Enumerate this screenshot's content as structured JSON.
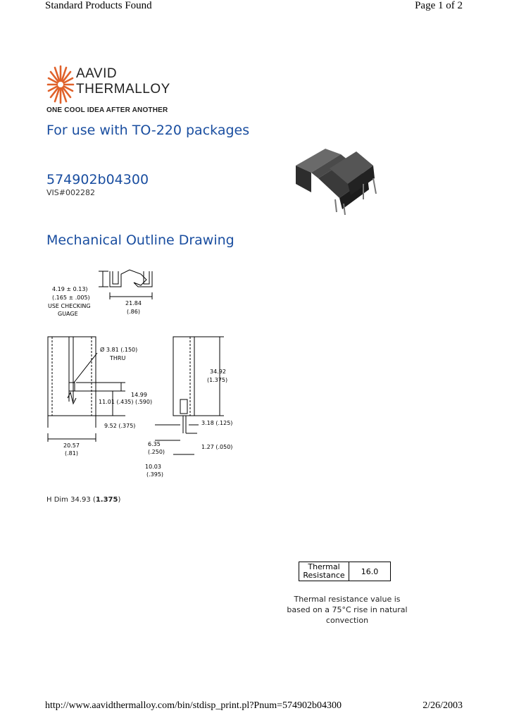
{
  "header": {
    "left": "Standard Products Found",
    "right": "Page 1 of 2"
  },
  "logo": {
    "line1": "AAVID",
    "line2": "THERMALLOY",
    "tagline": "ONE COOL IDEA AFTER ANOTHER",
    "icon": "starburst-icon",
    "color": "#e0612a"
  },
  "title": "For use with TO-220 packages",
  "part_number": "574902b04300",
  "vis": "VIS#002282",
  "section_title": "Mechanical Outline Drawing",
  "drawing": {
    "top_left_dim1": "4.19 ± 0.13)",
    "top_left_dim2": "(.165 ± .005)",
    "top_note1": "USE CHECKING",
    "top_note2": "GUAGE",
    "top_width1": "21.84",
    "top_width2": "(.86)",
    "hole1": "Ø 3.81 (.150)",
    "hole2": "THRU",
    "d1499": "14.99",
    "d1101": "11.01 (.435) (.590)",
    "d952": "9.52 (.375)",
    "d2057a": "20.57",
    "d2057b": "(.81)",
    "d3492a": "34.92",
    "d3492b": "(1.375)",
    "d318": "3.18 (.125)",
    "d635a": "6.35",
    "d635b": "(.250)",
    "d127": "1.27 (.050)",
    "d1003a": "10.03",
    "d1003b": "(.395)"
  },
  "dim_note_prefix": "H Dim 34.93 (",
  "dim_note_bold": "1.375",
  "dim_note_suffix": ")",
  "thermal": {
    "label_line1": "Thermal",
    "label_line2": "Resistance",
    "value": "16.0"
  },
  "thermal_note": "Thermal resistance value is based on a 75°C rise in natural convection",
  "footer": {
    "left": "http://www.aavidthermalloy.com/bin/stdisp_print.pl?Pnum=574902b04300",
    "right": "2/26/2003"
  },
  "colors": {
    "title_blue": "#1a4ea0"
  }
}
